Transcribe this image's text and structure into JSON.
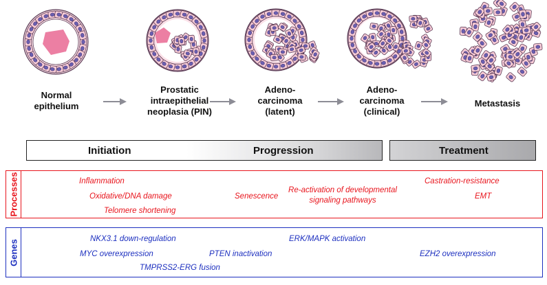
{
  "stages": [
    {
      "id": "normal",
      "label": "Normal\nepithelium"
    },
    {
      "id": "pin",
      "label": "Prostatic\nintraepithelial\nneoplasia (PIN)"
    },
    {
      "id": "latent",
      "label": "Adeno-\ncarcinoma\n(latent)"
    },
    {
      "id": "clinical",
      "label": "Adeno-\ncarcinoma\n(clinical)"
    },
    {
      "id": "metastasis",
      "label": "Metastasis"
    }
  ],
  "phases": {
    "initiation": "Initiation",
    "progression": "Progression",
    "treatment": "Treatment"
  },
  "processes": {
    "title": "Processes",
    "items": [
      "Inflammation",
      "Oxidative/DNA damage",
      "Telomere shortening",
      "Senescence",
      "Re-activation of developmental\nsignaling pathways",
      "Castration-resistance",
      "EMT"
    ]
  },
  "genes": {
    "title": "Genes",
    "items": [
      "NKX3.1 down-regulation",
      "MYC overexpression",
      "TMPRSS2-ERG fusion",
      "PTEN inactivation",
      "ERK/MAPK activation",
      "EZH2 overexpression"
    ]
  },
  "colors": {
    "processes": "#e8141c",
    "genes": "#1c2fbf",
    "cell_fill": "#f6cbd6",
    "cell_stroke": "#5a3a55",
    "nucleus": "#6b5fb0",
    "lumen_secretion": "#ec7fa3",
    "arrow": "#8c8c95"
  }
}
